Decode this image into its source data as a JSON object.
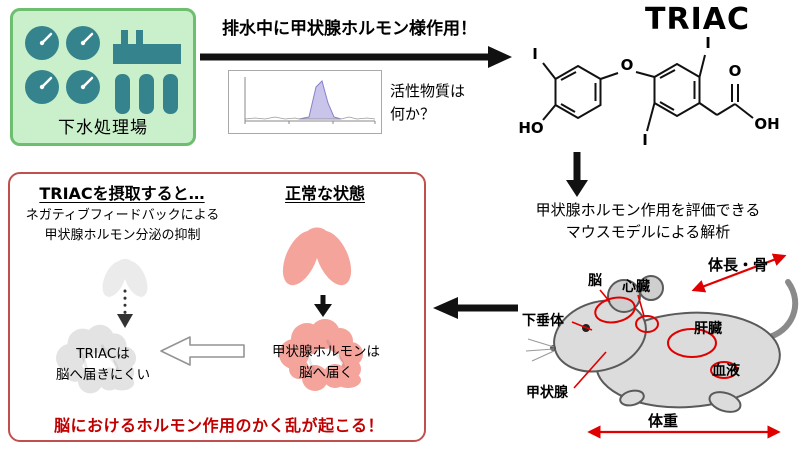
{
  "plant": {
    "label": "下水処理場"
  },
  "flow": {
    "arrow_text": "排水中に甲状腺ホルモン様作用！",
    "question": [
      "活性物質は",
      "何か？"
    ]
  },
  "triac": {
    "title": "TRIAC",
    "atoms": {
      "i_left": "I",
      "ether_o": "O",
      "i_right": "I",
      "ho": "HO",
      "i_bottom": "I",
      "carbonyl_o": "O",
      "oh": "OH"
    }
  },
  "mouse": {
    "caption": [
      "甲状腺ホルモン作用を評価できる",
      "マウスモデルによる解析"
    ],
    "labels": {
      "brain": "脳",
      "heart": "心臓",
      "body_length_bone": "体長・骨",
      "pituitary": "下垂体",
      "liver": "肝臓",
      "blood": "血液",
      "thyroid": "甲状腺",
      "body_weight": "体重"
    }
  },
  "result": {
    "left_header": "TRIACを摂取すると…",
    "right_header": "正常な状態",
    "feedback": [
      "ネガティブフィードバックによる",
      "甲状腺ホルモン分泌の抑制"
    ],
    "triac_brain": [
      "TRIACは",
      "脳へ届きにくい"
    ],
    "normal_brain": [
      "甲状腺ホルモンは",
      "脳へ届く"
    ],
    "conclusion": "脳におけるホルモン作用のかく乱が起こる！"
  },
  "colors": {
    "plant_bg": "#c9f0cb",
    "plant_border": "#6dbf6f",
    "teal": "#35838d",
    "organ_pink": "#f5a49c",
    "organ_gray": "#e6e6e6",
    "red": "#c00000",
    "annotation_red": "#e00000",
    "box_border": "#c0504d"
  }
}
